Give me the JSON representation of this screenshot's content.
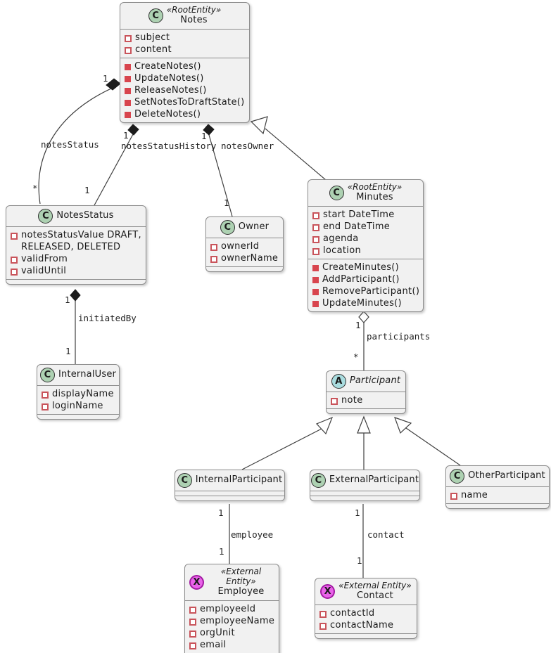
{
  "classes": {
    "notes": {
      "circle": "C",
      "stereotype": "«RootEntity»",
      "name": "Notes",
      "attrs": [
        "subject",
        "content"
      ],
      "methods": [
        "CreateNotes()",
        "UpdateNotes()",
        "ReleaseNotes()",
        "SetNotesToDraftState()",
        "DeleteNotes()"
      ]
    },
    "notesStatus": {
      "circle": "C",
      "name": "NotesStatus",
      "attrs": [
        "notesStatusValue DRAFT, RELEASED, DELETED",
        "validFrom",
        "validUntil"
      ],
      "methods": []
    },
    "owner": {
      "circle": "C",
      "name": "Owner",
      "attrs": [
        "ownerId",
        "ownerName"
      ],
      "methods": []
    },
    "minutes": {
      "circle": "C",
      "stereotype": "«RootEntity»",
      "name": "Minutes",
      "attrs": [
        "start DateTime",
        "end DateTime",
        "agenda",
        "location"
      ],
      "methods": [
        "CreateMinutes()",
        "AddParticipant()",
        "RemoveParticipant()",
        "UpdateMinutes()"
      ]
    },
    "internalUser": {
      "circle": "C",
      "name": "InternalUser",
      "attrs": [
        "displayName",
        "loginName"
      ],
      "methods": []
    },
    "participant": {
      "circle": "A",
      "name": "Participant",
      "attrs": [
        "note"
      ],
      "methods": []
    },
    "internalParticipant": {
      "circle": "C",
      "name": "InternalParticipant",
      "attrs": [],
      "methods": []
    },
    "externalParticipant": {
      "circle": "C",
      "name": "ExternalParticipant",
      "attrs": [],
      "methods": []
    },
    "otherParticipant": {
      "circle": "C",
      "name": "OtherParticipant",
      "attrs": [
        "name"
      ],
      "methods": []
    },
    "employee": {
      "circle": "X",
      "stereotype": "«External Entity»",
      "name": "Employee",
      "attrs": [
        "employeeId",
        "employeeName",
        "orgUnit",
        "email"
      ],
      "methods": []
    },
    "contact": {
      "circle": "X",
      "stereotype": "«External Entity»",
      "name": "Contact",
      "attrs": [
        "contactId",
        "contactName"
      ],
      "methods": []
    }
  },
  "edges": {
    "notesStatus": {
      "label": "notesStatus",
      "m_source": "1",
      "m_target": "*"
    },
    "notesStatusHistory": {
      "label": "notesStatusHistory",
      "m_source": "1",
      "m_target": "1"
    },
    "notesOwner": {
      "label": "notesOwner",
      "m_source": "1",
      "m_target": "1"
    },
    "initiatedBy": {
      "label": "initiatedBy",
      "m_source": "1",
      "m_target": "1"
    },
    "participants": {
      "label": "participants",
      "m_source": "1",
      "m_target": "*"
    },
    "employee": {
      "label": "employee",
      "m_source": "1",
      "m_target": "1"
    },
    "contact": {
      "label": "contact",
      "m_source": "1",
      "m_target": "1"
    }
  },
  "colors": {
    "box_fill": "#F1F1F1",
    "box_border": "#8C8C8C",
    "line": "#3F3F3F",
    "class_circle": "#ADD1B2",
    "abstract_circle": "#A9DCDF",
    "external_circle": "#E962E9",
    "field_icon": "#C9545B",
    "method_icon": "#D8454E"
  }
}
